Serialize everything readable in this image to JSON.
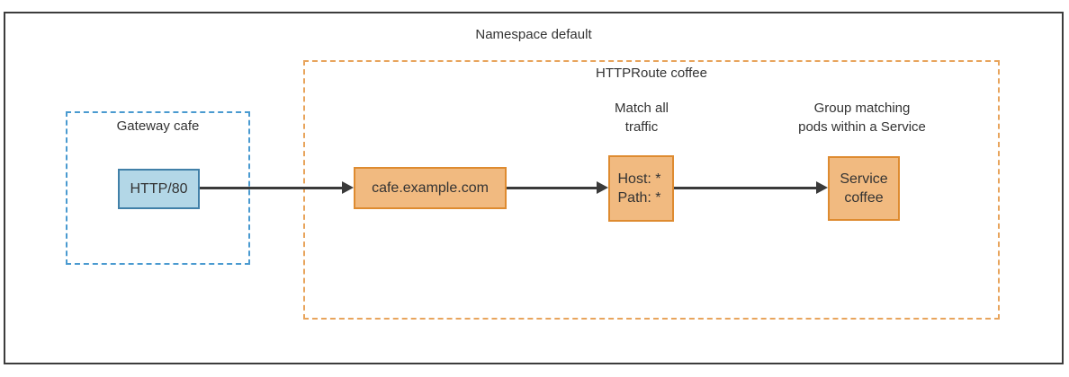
{
  "namespace": {
    "title": "Namespace default"
  },
  "gateway": {
    "label": "Gateway cafe",
    "listener_label": "HTTP/80"
  },
  "httproute": {
    "label": "HTTPRoute coffee",
    "hostname_label": "cafe.example.com",
    "match_annotation": {
      "line1": "Match all",
      "line2": "traffic"
    },
    "match_node": {
      "line1": "Host: *",
      "line2": "Path: *"
    },
    "service_annotation": {
      "line1": "Group matching",
      "line2": "pods within a Service"
    },
    "service_node": {
      "line1": "Service",
      "line2": "coffee"
    }
  },
  "edges": [
    {
      "from": "HTTP/80",
      "to": "cafe.example.com"
    },
    {
      "from": "cafe.example.com",
      "to": "Host: * / Path: *"
    },
    {
      "from": "Host: * / Path: *",
      "to": "Service coffee"
    }
  ],
  "colors": {
    "namespace_border": "#3c3c3c",
    "gateway_group_dashed": "#4a9ad0",
    "gateway_node_fill": "#b3d7e7",
    "gateway_node_border": "#4180a8",
    "route_group_dashed": "#e8a45c",
    "route_node_fill": "#f1ba80",
    "route_node_border": "#de8b30",
    "arrow": "#3a3a3a",
    "text": "#333333"
  }
}
